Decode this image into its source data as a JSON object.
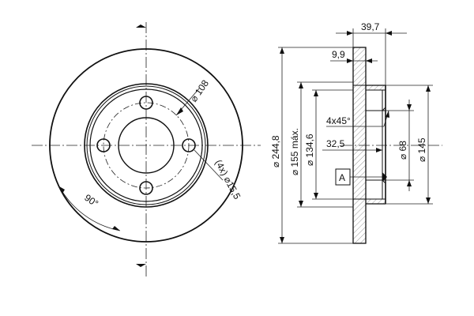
{
  "front_view": {
    "pcd_label": "⌀ 108",
    "holes_label": "(4x) ⌀15,5",
    "angle_label": "90°"
  },
  "section_view": {
    "overall_width_label": "39,7",
    "disc_thickness_label": "9,9",
    "chamfer_label": "4x45°",
    "hat_depth_label": "32,5",
    "datum_label": "A",
    "outer_diameter_label": "⌀ 244,8",
    "max_diameter_label": "⌀ 155 máx.",
    "hat_diameter_label": "⌀ 134,6",
    "center_bore_label": "⌀ 68",
    "inner_diameter_label": "⌀ 145"
  },
  "colors": {
    "line": "#111111",
    "background": "#ffffff"
  }
}
